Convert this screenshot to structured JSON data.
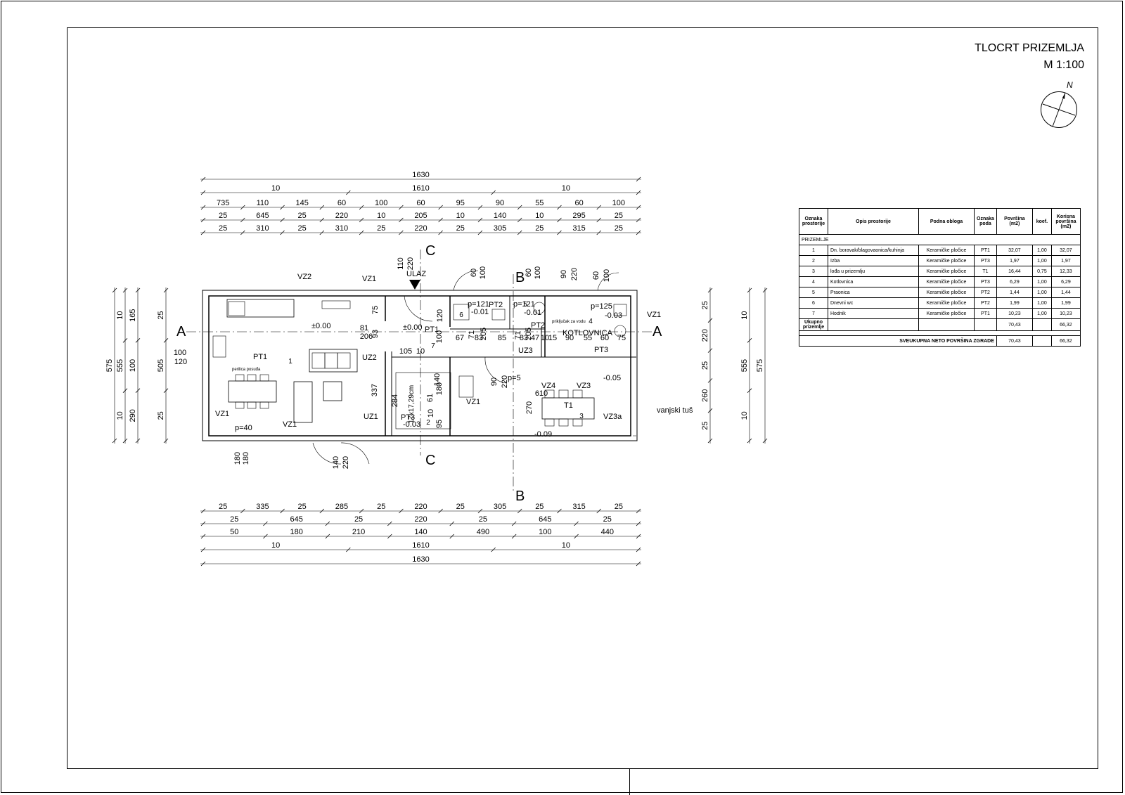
{
  "title": {
    "line1": "TLOCRT PRIZEMLJA",
    "line2": "M 1:100",
    "north_label": "N"
  },
  "dims_top": {
    "row1": [
      "1630"
    ],
    "row2": [
      "10",
      "1610",
      "10"
    ],
    "row3": [
      "735",
      "110",
      "145",
      "60",
      "100",
      "60",
      "95",
      "90",
      "55",
      "60",
      "100"
    ],
    "row4": [
      "25",
      "645",
      "25",
      "220",
      "10",
      "205",
      "10",
      "140",
      "10",
      "295",
      "25"
    ],
    "row5": [
      "25",
      "310",
      "25",
      "310",
      "25",
      "220",
      "25",
      "305",
      "25",
      "315",
      "25"
    ]
  },
  "dims_bottom": {
    "row1": [
      "25",
      "335",
      "25",
      "285",
      "25",
      "220",
      "25",
      "305",
      "25",
      "315",
      "25"
    ],
    "row2": [
      "25",
      "645",
      "25",
      "220",
      "25",
      "645",
      "25"
    ],
    "row3": [
      "50",
      "180",
      "210",
      "140",
      "490",
      "100",
      "440"
    ],
    "row4": [
      "10",
      "1610",
      "10"
    ],
    "row5": [
      "1630"
    ]
  },
  "dims_left": {
    "outer": [
      "575"
    ],
    "mid": [
      "10",
      "555",
      "10"
    ],
    "inner": [
      "165",
      "100",
      "290"
    ],
    "wall": [
      "25",
      "505",
      "25"
    ]
  },
  "dims_right": {
    "inner": [
      "25",
      "220",
      "25",
      "260",
      "25"
    ],
    "mid": [
      "10",
      "555",
      "10"
    ],
    "outer": [
      "575"
    ]
  },
  "section_markers": [
    "A",
    "A",
    "B",
    "B",
    "C",
    "C"
  ],
  "plan_labels": {
    "entrance": "ULAZ",
    "boiler_room": "KOTLOVNICA",
    "outdoor_shower": "vanjski tuš",
    "water_connection": "priključak za vodu",
    "sink_text": "perilica posuđa",
    "stair_text": "17x17,29cm",
    "floor_codes": [
      "PT1",
      "PT1",
      "PT2",
      "PT2",
      "PT3",
      "PT3",
      "T1"
    ],
    "window_codes": [
      "VZ2",
      "VZ1",
      "VZ1",
      "VZ1",
      "VZ1",
      "VZ4",
      "VZ3",
      "VZ3a",
      "VZ1"
    ],
    "door_codes": [
      "UZ2",
      "UZ1",
      "UZ3"
    ],
    "levels": [
      "±0.00",
      "±0.00",
      "-0.01",
      "-0.01",
      "-0.03",
      "-0.03",
      "-0.05",
      "-0.09"
    ],
    "sill_heights": [
      "p=40",
      "p=121",
      "p=121",
      "p=125",
      "p=5"
    ],
    "room_numbers": [
      "1",
      "2",
      "3",
      "4",
      "5",
      "6",
      "7"
    ],
    "misc_dims": [
      "110",
      "220",
      "60",
      "100",
      "60",
      "100",
      "90",
      "220",
      "60",
      "100",
      "75",
      "81",
      "206",
      "93",
      "120",
      "67",
      "83",
      "85",
      "83",
      "47",
      "10",
      "15",
      "90",
      "55",
      "60",
      "75",
      "105",
      "10",
      "337",
      "284",
      "61",
      "100",
      "140",
      "180",
      "95",
      "10",
      "205",
      "71",
      "205",
      "71",
      "90",
      "220",
      "610",
      "270",
      "100",
      "120",
      "180",
      "180",
      "140",
      "220"
    ]
  },
  "room_table": {
    "headers": [
      "Oznaka prostorije",
      "Opis prostorije",
      "Podna obloga",
      "Oznaka poda",
      "Površina (m2)",
      "koef.",
      "Korisna površina (m2)"
    ],
    "section": "PRIZEMLJE",
    "rows": [
      [
        "1",
        "Dn. boravak/blagovaonica/kuhinja",
        "Keramičke pločice",
        "PT1",
        "32,07",
        "1,00",
        "32,07"
      ],
      [
        "2",
        "Izba",
        "Keramičke pločice",
        "PT3",
        "1,97",
        "1,00",
        "1,97"
      ],
      [
        "3",
        "lođa u prizemlju",
        "Keramičke pločice",
        "T1",
        "16,44",
        "0,75",
        "12,33"
      ],
      [
        "4",
        "Kotlovnica",
        "Keramičke pločice",
        "PT3",
        "6,29",
        "1,00",
        "6,29"
      ],
      [
        "5",
        "Praonica",
        "Keramičke pločice",
        "PT2",
        "1,44",
        "1,00",
        "1,44"
      ],
      [
        "6",
        "Dnevni wc",
        "Keramičke pločice",
        "PT2",
        "1,99",
        "1,00",
        "1,99"
      ],
      [
        "7",
        "Hodnik",
        "Keramičke pločice",
        "PT1",
        "10,23",
        "1,00",
        "10,23"
      ]
    ],
    "subtotal": {
      "label": "Ukupno prizemlje",
      "area": "70,43",
      "useful": "66,32"
    },
    "total": {
      "label": "SVEUKUPNA NETO POVRŠINA ZGRADE",
      "area": "70,43",
      "useful": "66,32"
    }
  }
}
